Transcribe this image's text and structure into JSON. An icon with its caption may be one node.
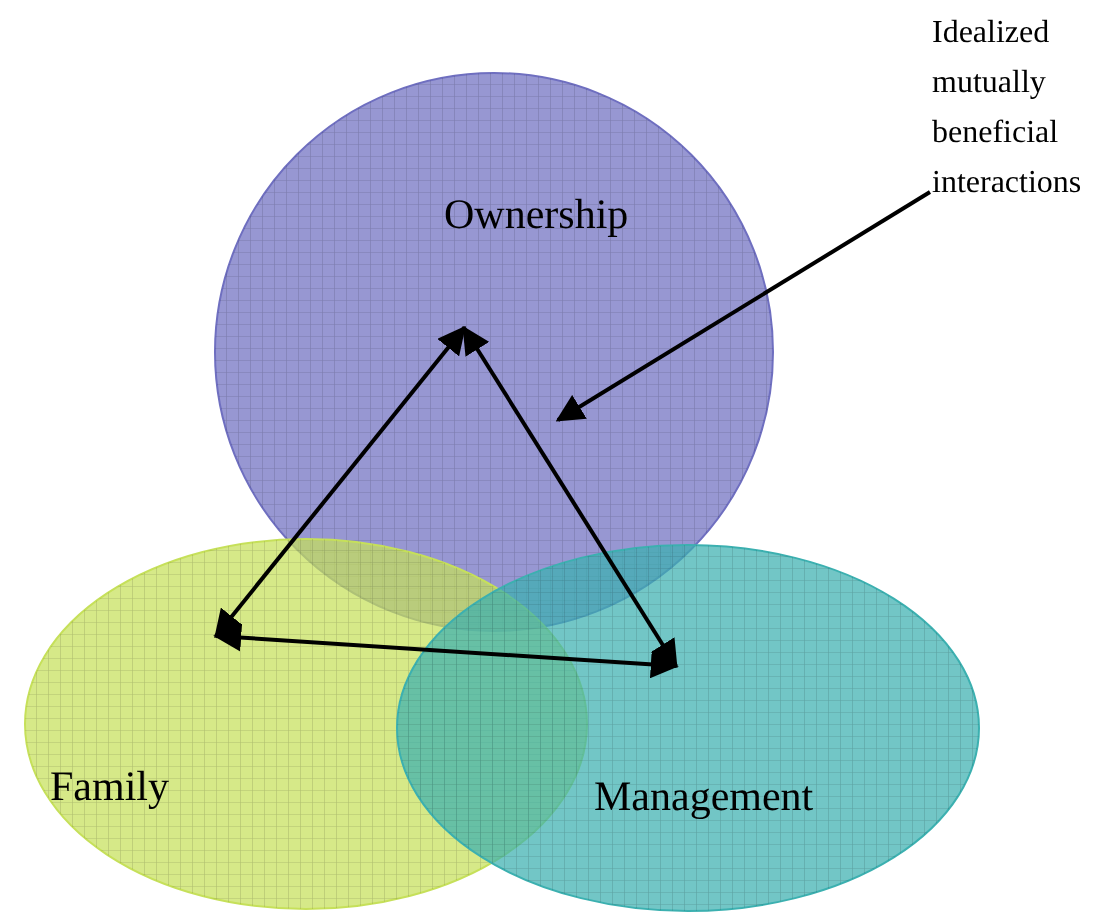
{
  "diagram": {
    "nodes": [
      {
        "text": [
          "Ownership"
        ]
      },
      {
        "text": [
          "Family"
        ]
      },
      {
        "text": [
          "Management"
        ]
      },
      {
        "text": [
          "Idealized mutually beneficial interactions"
        ]
      }
    ],
    "edges": [
      {
        "from": 0,
        "to": 1,
        "arrow": "both"
      },
      {
        "from": 0,
        "to": 2,
        "arrow": "both"
      },
      {
        "from": 1,
        "to": 2,
        "arrow": "both"
      },
      {
        "from": 3,
        "to": 0,
        "arrow": "to"
      }
    ]
  }
}
